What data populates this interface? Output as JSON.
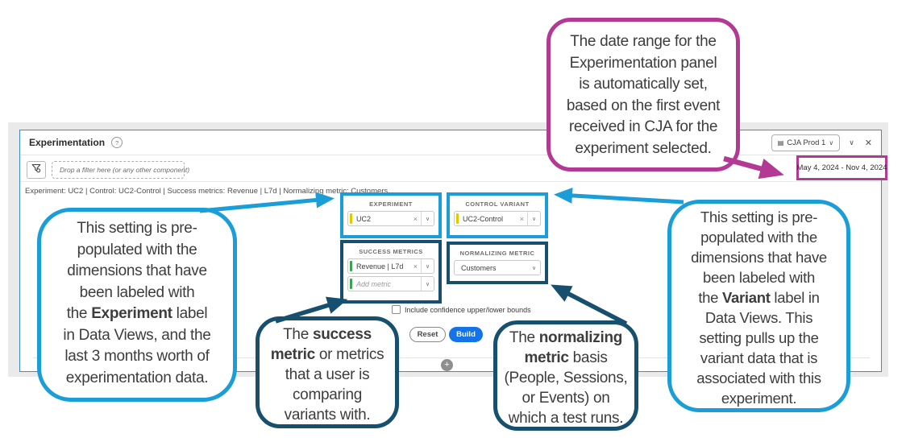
{
  "colors": {
    "callout_cyan": "#1b9ed8",
    "callout_navy": "#17506e",
    "callout_magenta": "#b23a95",
    "panel_border_blue": "#3d87e0",
    "build_button_blue": "#1473e6",
    "dimension_yellow": "#e6c600",
    "metric_green": "#3fa14f"
  },
  "icons": {
    "dataset": "▤",
    "chevron_down": "∨",
    "close": "✕",
    "clear": "×",
    "help": "?",
    "plus": "+"
  },
  "panel": {
    "title": "Experimentation",
    "dataset_button_label": "CJA Prod 1",
    "filter_placeholder": "Drop a filter here (or any other component)",
    "date_range": "May 4, 2024 - Nov 4, 2024",
    "summary": "Experiment: UC2 | Control: UC2-Control | Success metrics: Revenue | L7d | Normalizing metric: Customers",
    "experiment": {
      "label": "EXPERIMENT",
      "value": "UC2"
    },
    "control_variant": {
      "label": "CONTROL VARIANT",
      "value": "UC2-Control"
    },
    "success_metrics": {
      "label": "SUCCESS METRICS",
      "metric": "Revenue | L7d",
      "add_placeholder": "Add metric"
    },
    "normalizing_metric": {
      "label": "NORMALIZING METRIC",
      "value": "Customers"
    },
    "confidence_checkbox_label": "Include confidence upper/lower bounds",
    "reset_button": "Reset",
    "build_button": "Build"
  },
  "callouts": {
    "date_range": {
      "lines": [
        [
          {
            "t": "The date range for the"
          }
        ],
        [
          {
            "t": "Experimentation panel"
          }
        ],
        [
          {
            "t": "is automatically set,"
          }
        ],
        [
          {
            "t": "based on the first event"
          }
        ],
        [
          {
            "t": "received in CJA for the"
          }
        ],
        [
          {
            "t": "experiment selected."
          }
        ]
      ]
    },
    "experiment": {
      "lines": [
        [
          {
            "t": "This setting is pre-"
          }
        ],
        [
          {
            "t": "populated with the"
          }
        ],
        [
          {
            "t": "dimensions that have"
          }
        ],
        [
          {
            "t": "been labeled with"
          }
        ],
        [
          {
            "t": "the "
          },
          {
            "t": "Experiment",
            "b": true
          },
          {
            "t": " label"
          }
        ],
        [
          {
            "t": "in Data Views, and the"
          }
        ],
        [
          {
            "t": "last 3 months worth of"
          }
        ],
        [
          {
            "t": "experimentation data."
          }
        ]
      ]
    },
    "variant": {
      "lines": [
        [
          {
            "t": "This setting is pre-"
          }
        ],
        [
          {
            "t": "populated with the"
          }
        ],
        [
          {
            "t": "dimensions that have"
          }
        ],
        [
          {
            "t": "been labeled with"
          }
        ],
        [
          {
            "t": "the "
          },
          {
            "t": "Variant",
            "b": true
          },
          {
            "t": " label in"
          }
        ],
        [
          {
            "t": "Data Views. This"
          }
        ],
        [
          {
            "t": "setting pulls up the"
          }
        ],
        [
          {
            "t": "variant data that is"
          }
        ],
        [
          {
            "t": "associated with this"
          }
        ],
        [
          {
            "t": "experiment."
          }
        ]
      ]
    },
    "success_metric": {
      "lines": [
        [
          {
            "t": "The "
          },
          {
            "t": "success",
            "b": true
          }
        ],
        [
          {
            "t": "metric",
            "b": true
          },
          {
            "t": " or metrics"
          }
        ],
        [
          {
            "t": "that a user is"
          }
        ],
        [
          {
            "t": "comparing"
          }
        ],
        [
          {
            "t": "variants with."
          }
        ]
      ]
    },
    "normalizing_metric": {
      "lines": [
        [
          {
            "t": "The "
          },
          {
            "t": "normalizing",
            "b": true
          }
        ],
        [
          {
            "t": "metric",
            "b": true
          },
          {
            "t": " basis"
          }
        ],
        [
          {
            "t": "(People, Sessions,"
          }
        ],
        [
          {
            "t": "or Events) on"
          }
        ],
        [
          {
            "t": "which a test runs."
          }
        ]
      ]
    }
  }
}
